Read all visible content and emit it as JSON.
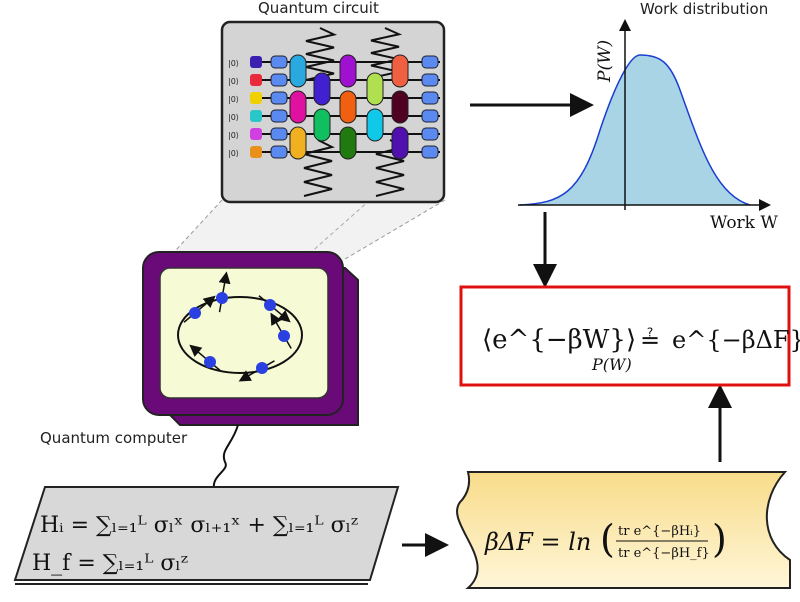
{
  "circuit": {
    "title": "Quantum circuit",
    "ket_label": "|0⟩",
    "qubit_colors": [
      "#3a1fb0",
      "#e82a3a",
      "#f0d000",
      "#28c8c8",
      "#d040e0",
      "#e8901a"
    ],
    "gate_colors": [
      "#2aa8e0",
      "#e010a0",
      "#f0b020",
      "#4020d0",
      "#10c060",
      "#a010d0",
      "#f06010",
      "#207a10",
      "#b0e050",
      "#10c8e8",
      "#f06040",
      "#500020",
      "#5010b0"
    ]
  },
  "plot": {
    "title": "Work distribution",
    "ylabel": "P(W)",
    "xlabel": "Work W",
    "fill_color": "#a8d4e6",
    "line_color": "#1a3fd0"
  },
  "computer": {
    "label": "Quantum computer",
    "frame_color": "#6a0a78",
    "screen_color": "#f6fbd6"
  },
  "hamiltonians": {
    "hi": "Hᵢ = ∑ₗ₌₁ᴸ σₗˣ σₗ₊₁ˣ + ∑ₗ₌₁ᴸ σₗᶻ",
    "hf": "H_f = ∑ₗ₌₁ᴸ σₗᶻ"
  },
  "free_energy": {
    "lhs": "βΔF = ln",
    "num": "tr e^{−βHᵢ}",
    "den": "tr e^{−βH_f}"
  },
  "jarzynski": {
    "lhs": "⟨e^{−βW}⟩",
    "sub": "P(W)",
    "eq": "≟",
    "rhs": "e^{−βΔF}",
    "border_color": "#e01010"
  }
}
